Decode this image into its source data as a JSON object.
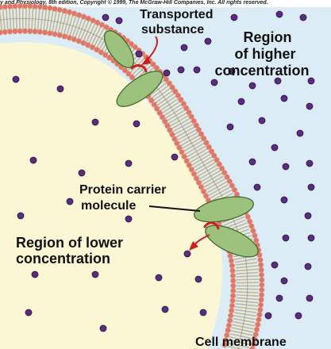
{
  "credit_line": "y and Physiology, 8th edition, Copyright © 1999, The McGraw-Hill Companies, Inc. All rights reserved.",
  "labels": {
    "transported_substance": [
      "Transported",
      "substance"
    ],
    "region_higher": [
      "Region",
      "of higher",
      "concentration"
    ],
    "protein_carrier": [
      "Protein carrier",
      "molecule"
    ],
    "region_lower": [
      "Region of lower",
      "concentration"
    ],
    "cell_membrane": "Cell membrane"
  },
  "colors": {
    "inside_cell": "#fbf6d4",
    "outside_cell": "#dcecf7",
    "phospholipid_head": "#f08a78",
    "tail": "#b8a37a",
    "protein": "#9dc27d",
    "molecule": "#5b2d7e",
    "arrow": "#cc1f1f"
  }
}
